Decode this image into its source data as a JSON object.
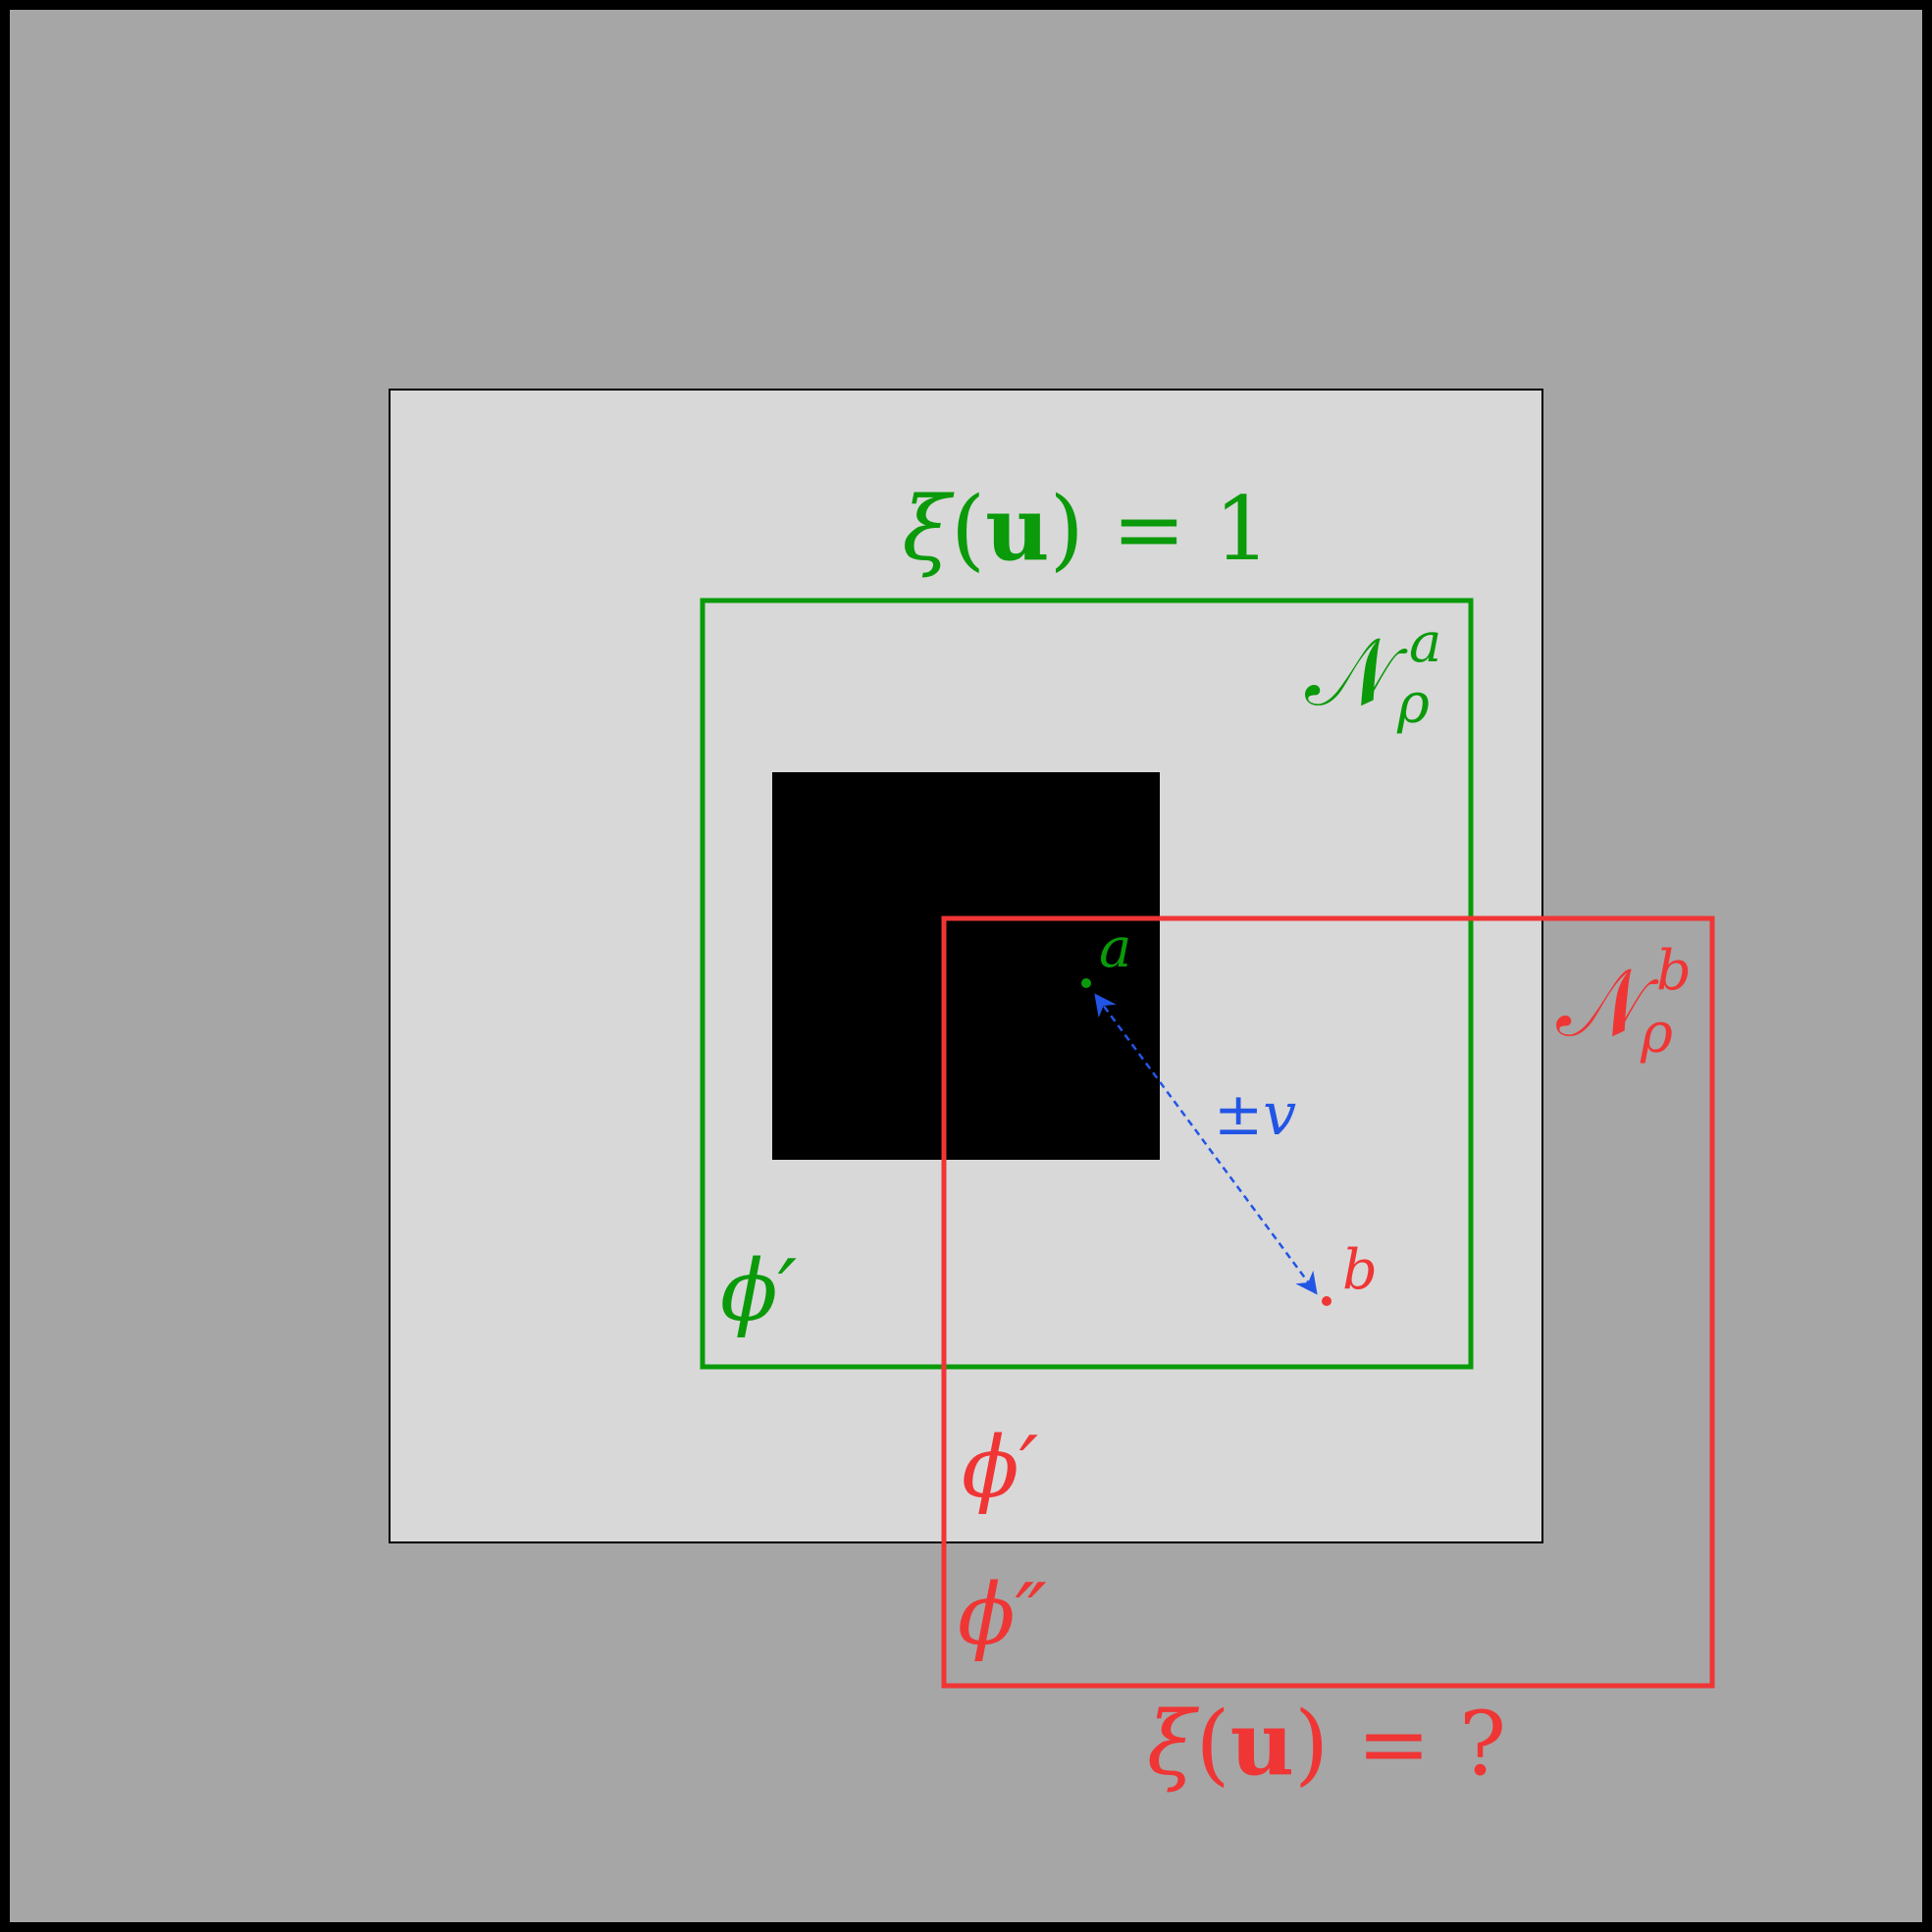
{
  "colors": {
    "border": "#000000",
    "outer_background": "#a6a6a6",
    "inner_region": "#d8d8d8",
    "obstacle": "#000000",
    "green": "#0a9a0a",
    "red": "#f03535",
    "blue": "#2255e6"
  },
  "green_box": {
    "xi": "ξ",
    "u": "u",
    "value": "= 1",
    "set_symbol": "𝒩",
    "set_sub": "ρ",
    "set_sup": "a",
    "phi": "ϕ′"
  },
  "red_box": {
    "xi": "ξ",
    "u": "u",
    "value": "= ?",
    "set_symbol": "𝒩",
    "set_sub": "ρ",
    "set_sup": "b",
    "phi_prime": "ϕ′",
    "phi_double_prime": "ϕ″"
  },
  "point_a": {
    "label": "a"
  },
  "point_b": {
    "label": "b"
  },
  "shift": {
    "label": "±v"
  }
}
